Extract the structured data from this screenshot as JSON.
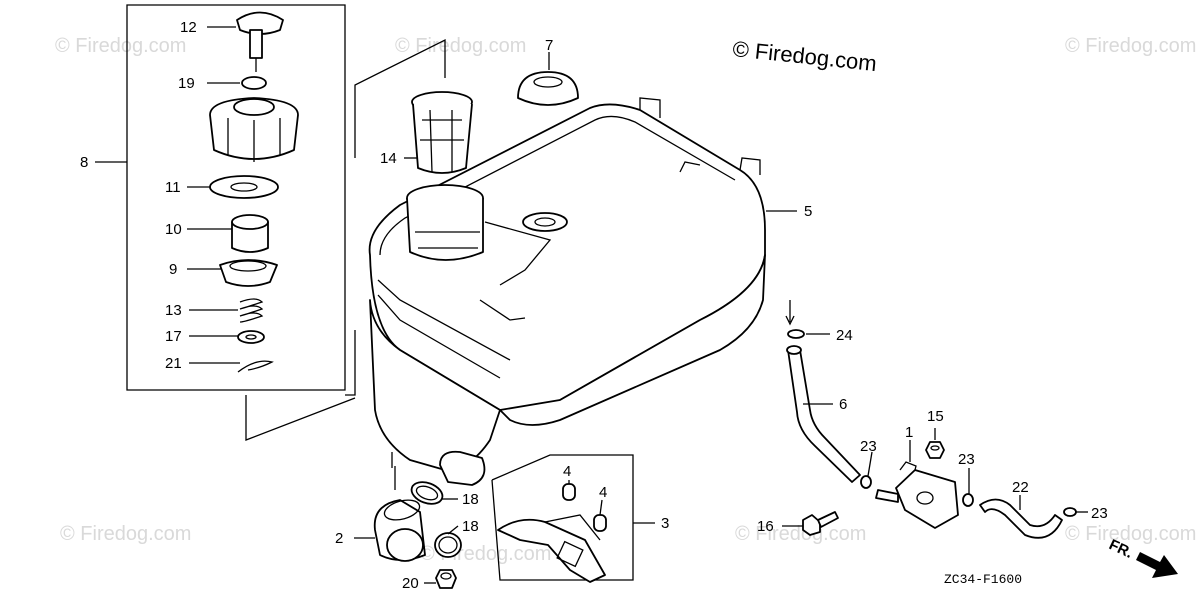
{
  "copyright": "© Firedog.com",
  "watermark": "© Firedog.com",
  "diagram_code": "ZC34-F1600",
  "direction_label": "FR.",
  "callouts": {
    "p1": "1",
    "p2": "2",
    "p3": "3",
    "p4a": "4",
    "p4b": "4",
    "p5": "5",
    "p6": "6",
    "p7": "7",
    "p8": "8",
    "p9": "9",
    "p10": "10",
    "p11": "11",
    "p12": "12",
    "p13": "13",
    "p14": "14",
    "p15": "15",
    "p16": "16",
    "p17": "17",
    "p18a": "18",
    "p18b": "18",
    "p19": "19",
    "p20": "20",
    "p21": "21",
    "p22": "22",
    "p23a": "23",
    "p23b": "23",
    "p23c": "23",
    "p24": "24"
  }
}
